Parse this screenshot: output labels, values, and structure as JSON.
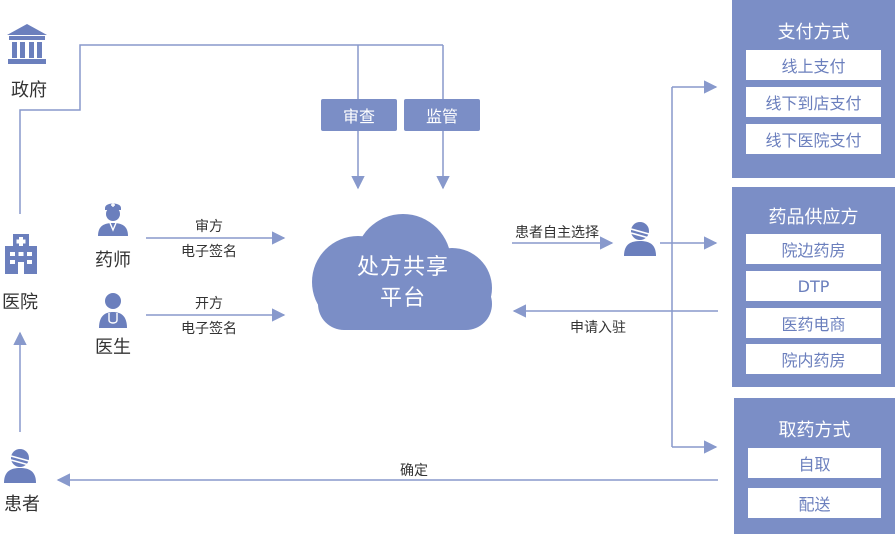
{
  "colors": {
    "line": "#8899cc",
    "fill": "#7b8ec6",
    "icon": "#6b7fbd",
    "text": "#333333"
  },
  "actors": {
    "government": "政府",
    "hospital": "医院",
    "patient": "患者",
    "pharmacist": "药师",
    "doctor": "医生"
  },
  "tags": {
    "review": "审查",
    "supervise": "监管"
  },
  "platform": {
    "line1": "处方共享",
    "line2": "平台"
  },
  "edges": {
    "pharmacist_top": "审方",
    "pharmacist_bottom": "电子签名",
    "doctor_top": "开方",
    "doctor_bottom": "电子签名",
    "self_select": "患者自主选择",
    "apply": "申请入驻",
    "confirm": "确定"
  },
  "panels": {
    "payment": {
      "title": "支付方式",
      "options": [
        "线上支付",
        "线下到店支付",
        "线下医院支付"
      ]
    },
    "supply": {
      "title": "药品供应方",
      "options": [
        "院边药房",
        "DTP",
        "医药电商",
        "院内药房"
      ]
    },
    "pickup": {
      "title": "取药方式",
      "options": [
        "自取",
        "配送"
      ]
    }
  }
}
